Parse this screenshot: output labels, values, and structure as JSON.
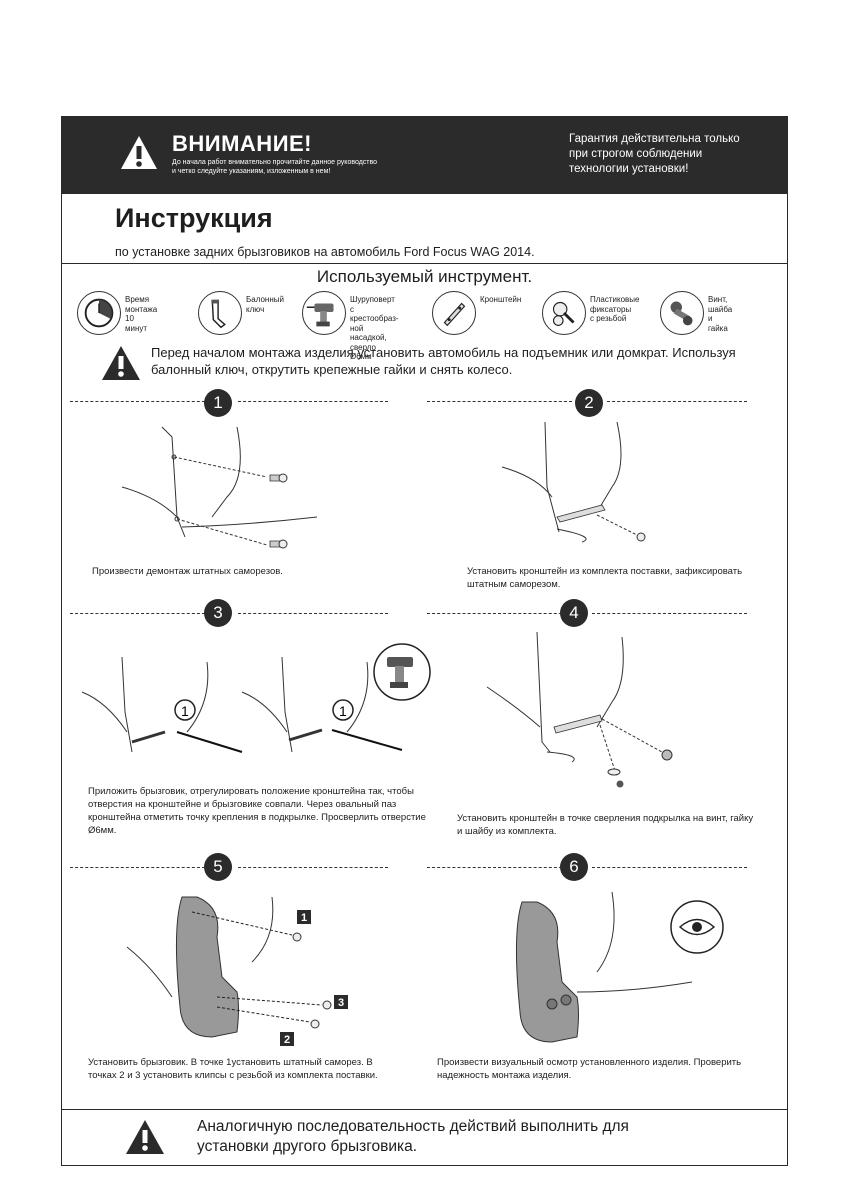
{
  "header": {
    "title": "ВНИМАНИЕ!",
    "subtitle": "До начала работ внимательно прочитайте данное руководство и четко следуйте указаниям, изложенным в нем!",
    "warranty": "Гарантия действительна только при строгом соблюдении технологии установки!"
  },
  "title": "Инструкция",
  "subtitle": "по установке задних брызговиков на автомобиль Ford Focus WAG 2014.",
  "tools_title": "Используемый инструмент.",
  "tools": [
    {
      "label": "Время монтажа\n10 минут",
      "icon": "clock-icon"
    },
    {
      "label": "Балонный\nключ",
      "icon": "wrench-icon"
    },
    {
      "label": "Шуруповерт\nс крестообраз-\nной насадкой,\nсверло Ø6мм",
      "icon": "drill-icon"
    },
    {
      "label": "Кронштейн",
      "icon": "bracket-icon"
    },
    {
      "label": "Пластиковые\nфиксаторы\nс резьбой",
      "icon": "clip-icon"
    },
    {
      "label": "Винт, шайба\nи гайка",
      "icon": "bolt-icon"
    }
  ],
  "warning": "Перед началом монтажа изделия установить автомобиль на подъемник или домкрат. Используя балонный ключ, открутить крепежные гайки и снять колесо.",
  "steps": [
    {
      "num": "1",
      "caption": "Произвести демонтаж штатных саморезов."
    },
    {
      "num": "2",
      "caption": "Установить кронштейн из комплекта поставки, зафиксировать штатным саморезом."
    },
    {
      "num": "3",
      "caption": "Приложить брызговик, отрегулировать положение кронштейна так, чтобы отверстия на кронштейне и брызговике совпали. Через овальный паз кронштейна отметить точку крепления в подкрылке. Просверлить отверстие Ø6мм."
    },
    {
      "num": "4",
      "caption": "Установить кронштейн в точке сверления подкрылка на винт, гайку и шайбу из комплекта."
    },
    {
      "num": "5",
      "caption": "Установить брызговик. В точке 1установить штатный саморез. В точках 2 и 3 установить клипсы с резьбой из комплекта поставки."
    },
    {
      "num": "6",
      "caption": "Произвести визуальный осмотр установленного изделия. Проверить надежность монтажа изделия."
    }
  ],
  "markers": {
    "one": "1",
    "two": "2",
    "three": "3"
  },
  "footer": "Аналогичную последовательность действий выполнить для установки другого брызговика."
}
